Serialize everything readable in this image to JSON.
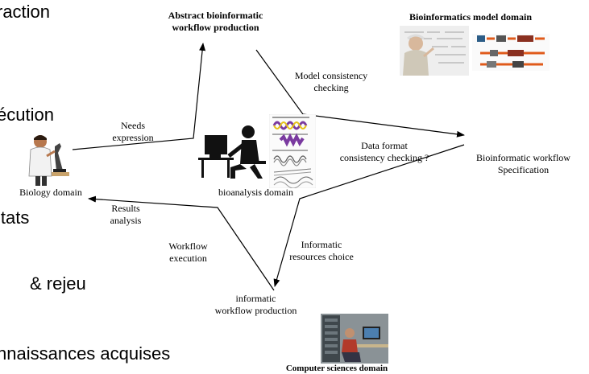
{
  "background_text": {
    "line1": "raction",
    "line2": "écution",
    "line3": "ltats",
    "line4": "& rejeu",
    "line5": "nnaissances acquises"
  },
  "labels": {
    "abstract_production_l1": "Abstract bioinformatic",
    "abstract_production_l2": "workflow production",
    "model_domain": "Bioinformatics model domain",
    "model_consistency_l1": "Model consistency",
    "model_consistency_l2": "checking",
    "needs_expression_l1": "Needs",
    "needs_expression_l2": "expression",
    "data_format_l1": "Data format",
    "data_format_l2": "consistency checking ?",
    "workflow_spec_l1": "Bioinformatic workflow",
    "workflow_spec_l2": "Specification",
    "biology_domain": "Biology domain",
    "bioanalysis_domain": "bioanalysis domain",
    "results_analysis_l1": "Results",
    "results_analysis_l2": "analysis",
    "workflow_execution_l1": "Workflow",
    "workflow_execution_l2": "execution",
    "informatic_resources_l1": "Informatic",
    "informatic_resources_l2": "resources choice",
    "informatic_production_l1": "informatic",
    "informatic_production_l2": "workflow production",
    "cs_domain": "Computer sciences domain"
  },
  "colors": {
    "arrow": "#000000",
    "plot_purple": "#7a3aa0",
    "plot_yellow": "#e6c21a"
  }
}
